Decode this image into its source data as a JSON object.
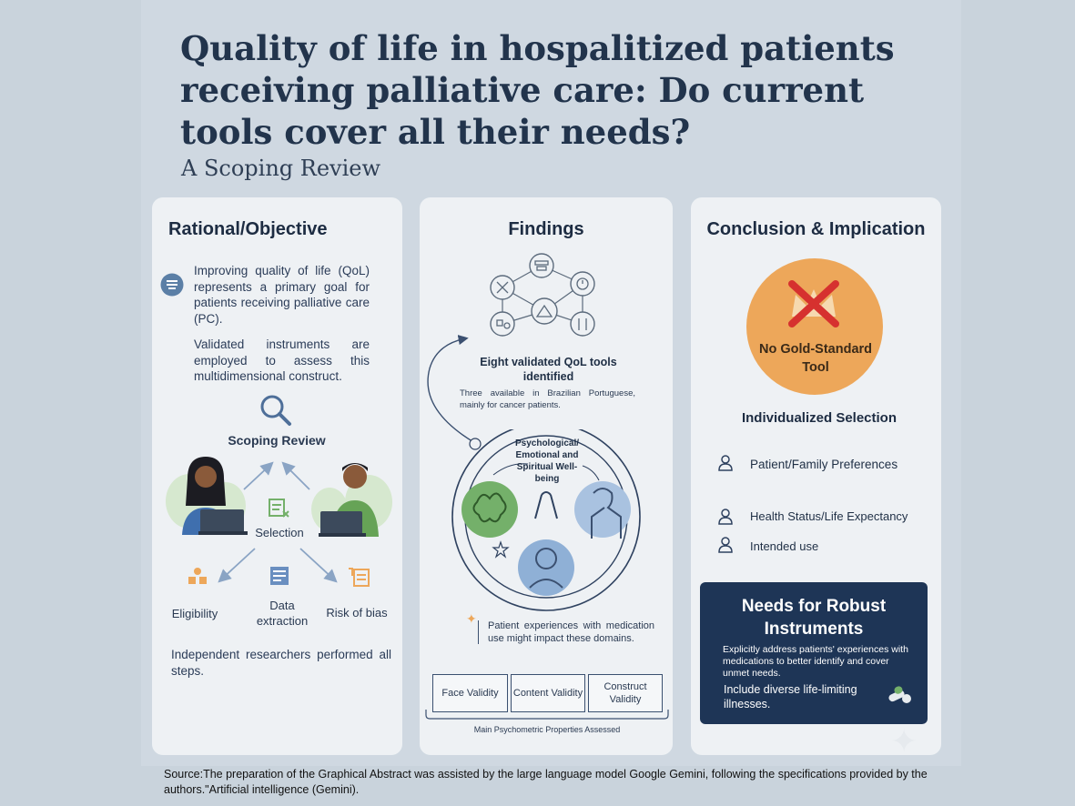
{
  "header": {
    "title": "Quality of life in hospalitized patients receiving palliative care: Do current tools cover all their needs?",
    "subtitle": "A Scoping Review"
  },
  "rational": {
    "heading": "Rational/Objective",
    "para1": "Improving quality of life (QoL) represents a primary goal for patients receiving palliative care (PC).",
    "para2": "Validated instruments are employed to assess this multidimensional construct.",
    "scoping_label": "Scoping Review",
    "selection_label": "Selection",
    "steps": [
      "Eligibility",
      "Data extraction",
      "Risk of bias"
    ],
    "footer": "Independent researchers performed all steps."
  },
  "findings": {
    "heading": "Findings",
    "tools_title": "Eight validated QoL tools identified",
    "tools_note": "Three available in Brazilian Portuguese, mainly for cancer patients.",
    "domain_label": "Psychological/ Emotional and Spiritual Well-being",
    "med_note": "Patient experiences with medication use might impact these domains.",
    "validity_boxes": [
      "Face Validity",
      "Content Validity",
      "Construct Validity"
    ],
    "properties_label": "Main Psychometric Properties Assessed"
  },
  "conclusion": {
    "heading": "Conclusion & Implication",
    "badge_text": "No Gold-Standard Tool",
    "selection_heading": "Individualized Selection",
    "criteria": [
      "Patient/Family Preferences",
      "Health Status/Life Expectancy",
      "Intended use"
    ],
    "needs_title": "Needs for Robust Instruments",
    "needs_text1": "Explicitly address patients' experiences with medications to better identify and cover unmet needs.",
    "needs_text2": "Include diverse life-limiting illnesses."
  },
  "source": "Source:The preparation of the Graphical Abstract was assisted by the large language model Google Gemini, following the specifications provided by the authors.\"Artificial intelligence (Gemini).",
  "colors": {
    "orange": "#eda75a",
    "navy": "#1e3556",
    "green": "#74b06a",
    "blue": "#8fb0d6"
  }
}
